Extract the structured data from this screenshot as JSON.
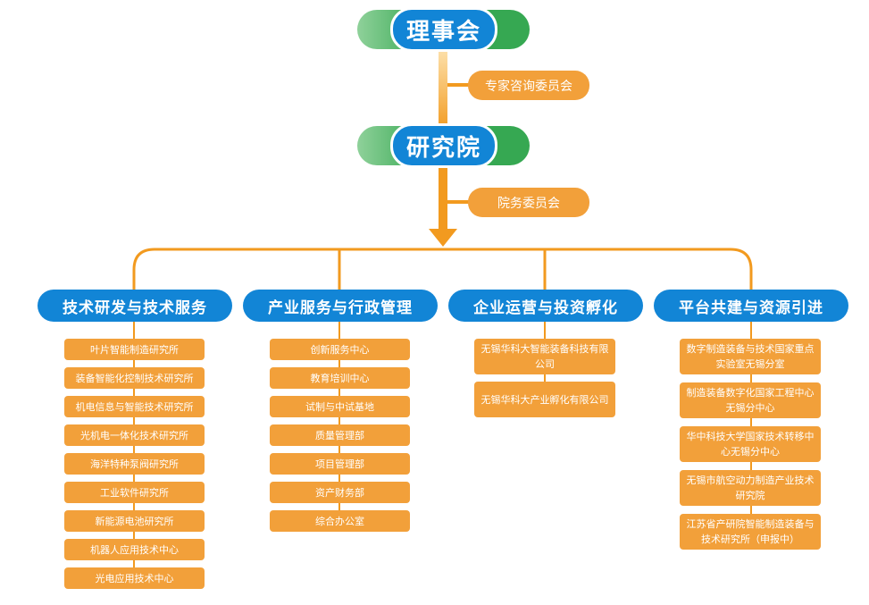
{
  "top": {
    "council": "理事会",
    "expert_committee": "专家咨询委员会",
    "institute": "研究院",
    "affairs_committee": "院务委员会"
  },
  "departments": [
    {
      "title": "技术研发与技术服务",
      "items": [
        "叶片智能制造研究所",
        "装备智能化控制技术研究所",
        "机电信息与智能技术研究所",
        "光机电一体化技术研究所",
        "海洋特种泵阀研究所",
        "工业软件研究所",
        "新能源电池研究所",
        "机器人应用技术中心",
        "光电应用技术中心"
      ]
    },
    {
      "title": "产业服务与行政管理",
      "items": [
        "创新服务中心",
        "教育培训中心",
        "试制与中试基地",
        "质量管理部",
        "项目管理部",
        "资产财务部",
        "综合办公室"
      ]
    },
    {
      "title": "企业运营与投资孵化",
      "items": [
        "无锡华科大智能装备科技有限公司",
        "无锡华科大产业孵化有限公司"
      ]
    },
    {
      "title": "平台共建与资源引进",
      "items": [
        "数字制造装备与技术国家重点实验室无锡分室",
        "制造装备数字化国家工程中心无锡分中心",
        "华中科技大学国家技术转移中心无锡分中心",
        "无锡市航空动力制造产业技术研究院",
        "江苏省产研院智能制造装备与技术研究所（申报中）"
      ]
    }
  ],
  "colors": {
    "green": "#36a852",
    "blue": "#1285d6",
    "orange": "#f2a03a",
    "line": "#f29a1f"
  }
}
